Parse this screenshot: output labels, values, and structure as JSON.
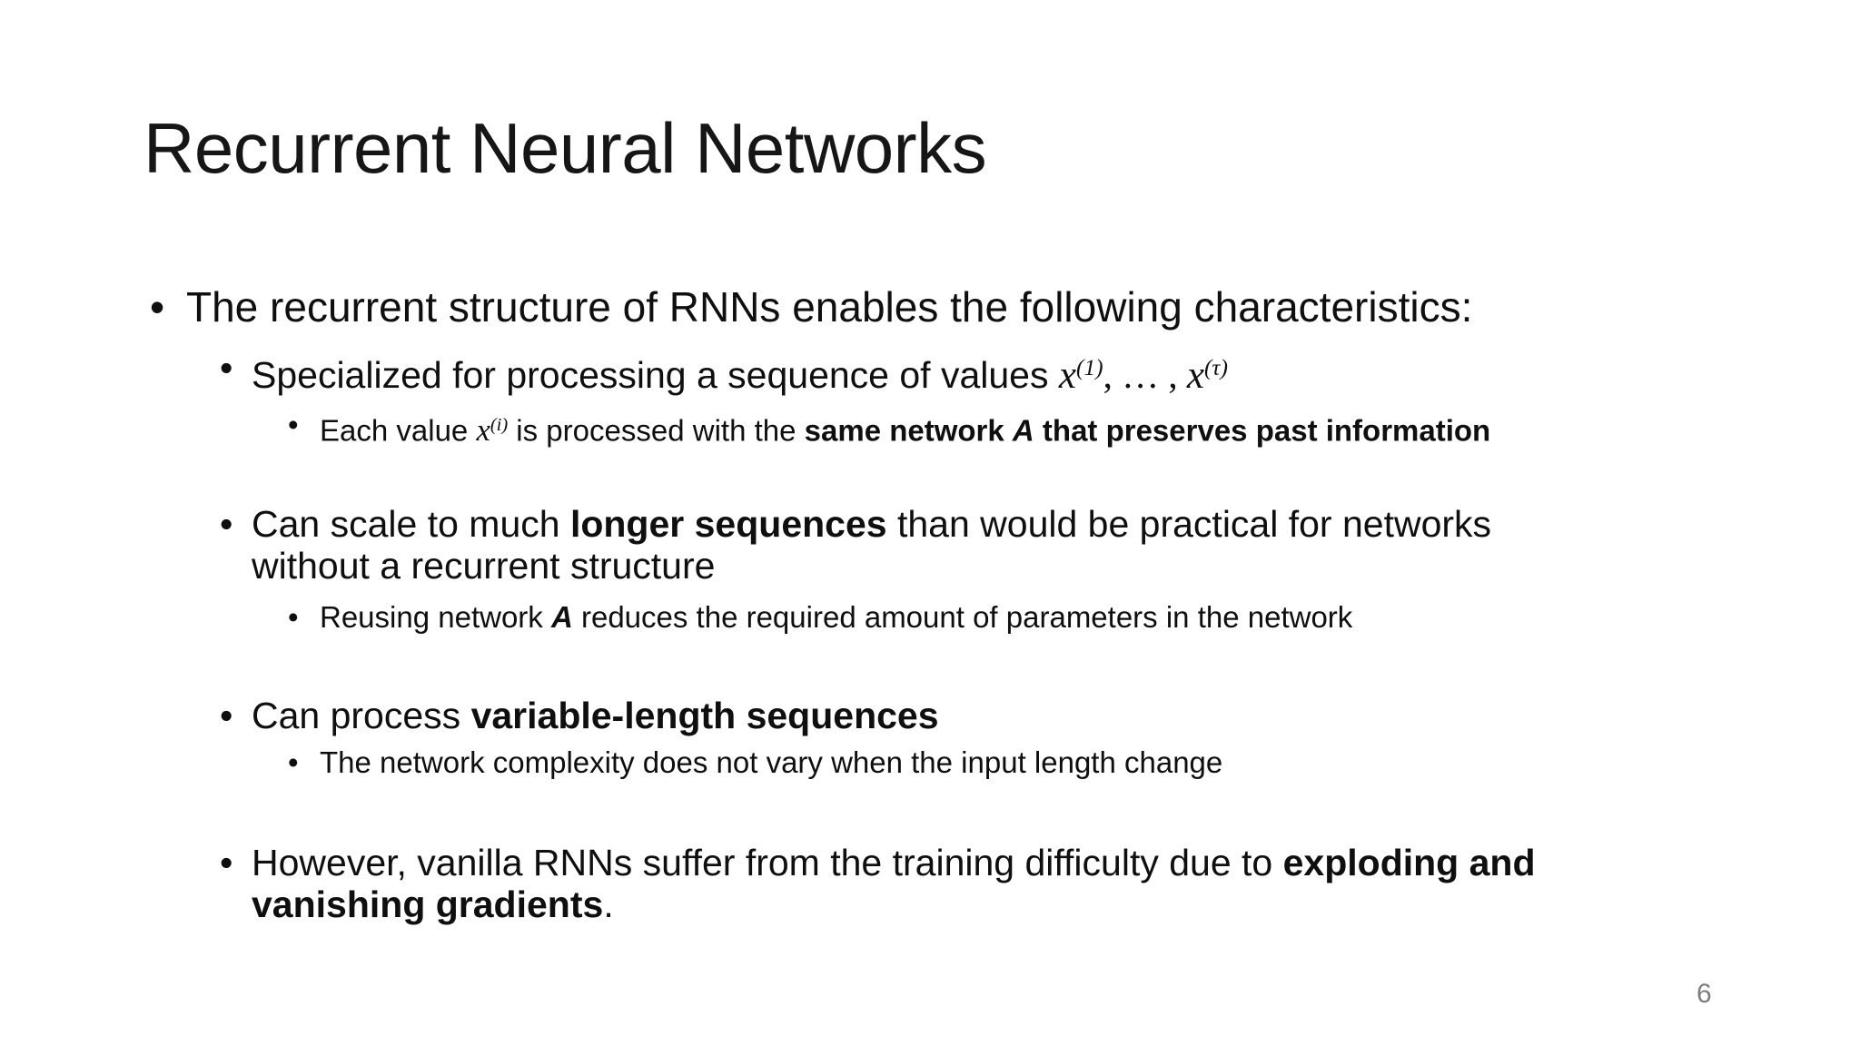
{
  "slide": {
    "title": "Recurrent Neural Networks",
    "page_number": "6",
    "background": "#ffffff",
    "text_color": "#0f0f0f",
    "page_number_color": "#7d7d7d",
    "bullet_glyph": "•",
    "bullets": [
      {
        "level": 1,
        "lines": [
          [
            {
              "t": "The recurrent structure of RNNs enables the following characteristics:"
            }
          ]
        ]
      },
      {
        "level": 2,
        "lines": [
          [
            {
              "t": "Specialized for processing a sequence of values "
            },
            {
              "math": "x",
              "sup": "(1)"
            },
            {
              "t": ", … , ",
              "mathtext": true
            },
            {
              "math": "x",
              "sup": "(τ)"
            }
          ]
        ]
      },
      {
        "level": 3,
        "lines": [
          [
            {
              "t": "Each value "
            },
            {
              "math": "x",
              "sup": "(i)"
            },
            {
              "t": " is processed with the "
            },
            {
              "t": "same network ",
              "b": true
            },
            {
              "t": "A",
              "bi": true
            },
            {
              "t": " that preserves past information",
              "b": true
            }
          ]
        ]
      },
      {
        "level": 2,
        "lines": [
          [
            {
              "t": "Can scale to much "
            },
            {
              "t": "longer sequences",
              "b": true
            },
            {
              "t": " than would be practical for networks"
            }
          ],
          [
            {
              "t": "without a recurrent structure"
            }
          ]
        ]
      },
      {
        "level": 3,
        "lines": [
          [
            {
              "t": "Reusing network "
            },
            {
              "t": "A",
              "bi": true
            },
            {
              "t": " reduces the required amount of parameters in the network"
            }
          ]
        ]
      },
      {
        "level": 2,
        "lines": [
          [
            {
              "t": "Can process "
            },
            {
              "t": "variable-length sequences",
              "b": true
            }
          ]
        ]
      },
      {
        "level": 3,
        "lines": [
          [
            {
              "t": "The network complexity does not vary when the input length change"
            }
          ]
        ]
      },
      {
        "level": 2,
        "lines": [
          [
            {
              "t": "However, vanilla RNNs suffer from the training difficulty due to "
            },
            {
              "t": "exploding and",
              "b": true
            }
          ],
          [
            {
              "t": "vanishing gradients",
              "b": true
            },
            {
              "t": "."
            }
          ]
        ]
      }
    ]
  }
}
